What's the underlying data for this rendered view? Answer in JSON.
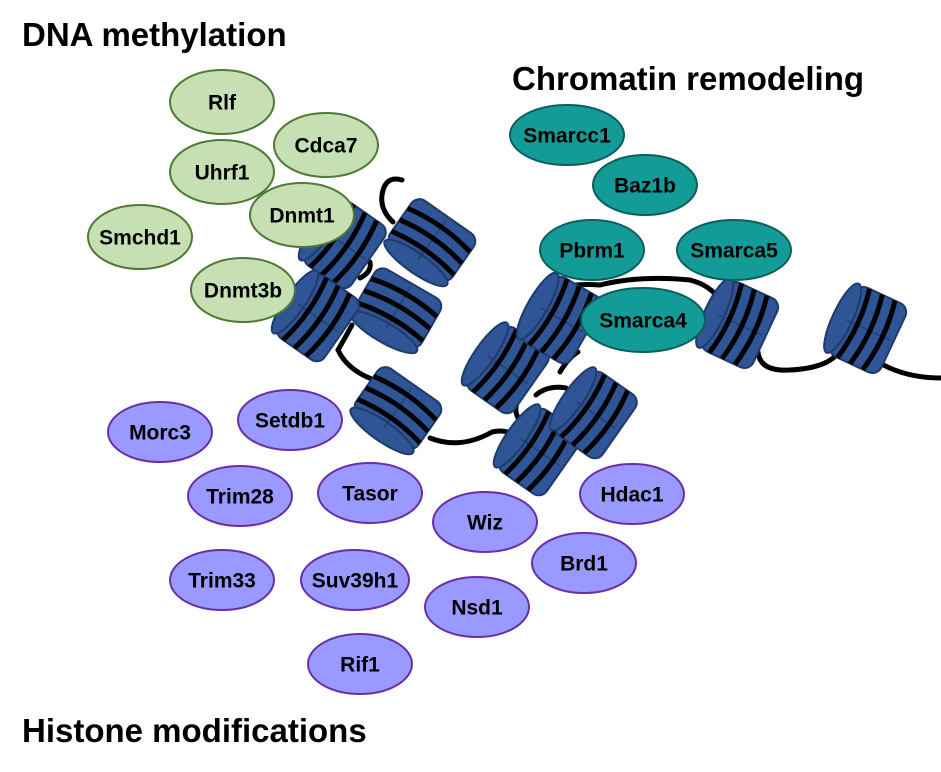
{
  "headings": {
    "dna_methylation": "DNA methylation",
    "chromatin_remodeling": "Chromatin remodeling",
    "histone_modifications": "Histone modifications"
  },
  "colors": {
    "dna_methylation": "#c6e0b4",
    "dna_methylation_stroke": "#4e7a35",
    "chromatin_remodeling": "#139c97",
    "chromatin_remodeling_stroke": "#0b5f5c",
    "histone_modifications": "#9999ff",
    "histone_modifications_stroke": "#6a2fa5",
    "nucleosome": "#2f5597",
    "nucleosome_dark": "#1f3a6b",
    "dna_strand": "#000000"
  },
  "groups": {
    "dna_methylation": [
      "Rlf",
      "Cdca7",
      "Uhrf1",
      "Dnmt1",
      "Smchd1",
      "Dnmt3b"
    ],
    "chromatin_remodeling": [
      "Smarcc1",
      "Baz1b",
      "Pbrm1",
      "Smarca5",
      "Smarca4"
    ],
    "histone_modifications": [
      "Morc3",
      "Setdb1",
      "Trim28",
      "Tasor",
      "Hdac1",
      "Wiz",
      "Brd1",
      "Trim33",
      "Suv39h1",
      "Nsd1",
      "Rif1"
    ]
  }
}
